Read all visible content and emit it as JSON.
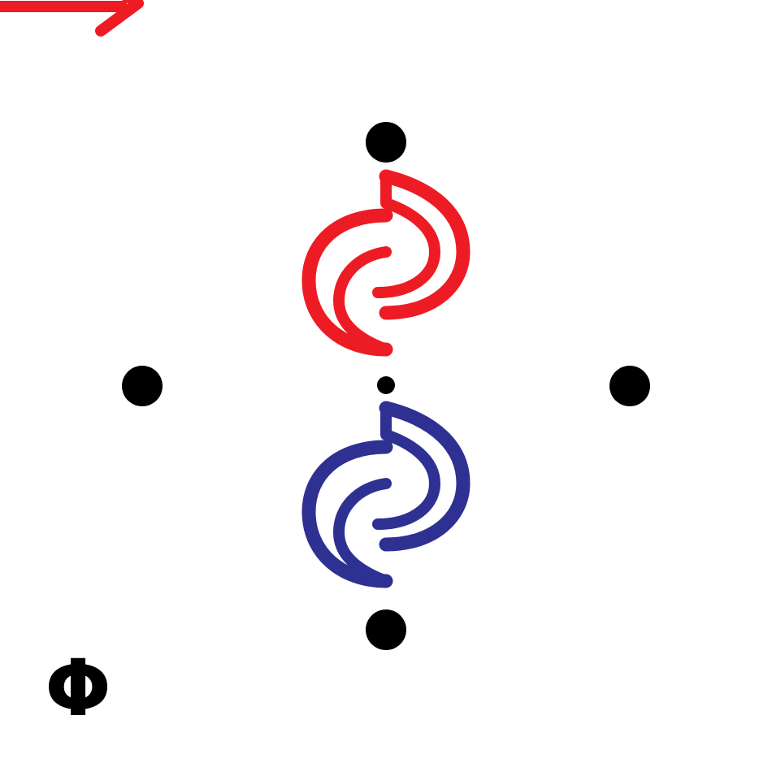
{
  "diagram": {
    "symbol_label": "Φ",
    "colors": {
      "upper_orbital": "#ed1c24",
      "lower_orbital": "#2e3192",
      "arrow": "#ed1c24",
      "nodes": "#000000",
      "background": "#ffffff"
    },
    "icons": {
      "arrow": "arrow-icon",
      "upper_orbital": "orbital-lobe-icon",
      "lower_orbital": "orbital-lobe-icon",
      "atom_node": "dot-icon"
    },
    "nodes": [
      "top",
      "left",
      "center",
      "right",
      "bottom"
    ]
  }
}
